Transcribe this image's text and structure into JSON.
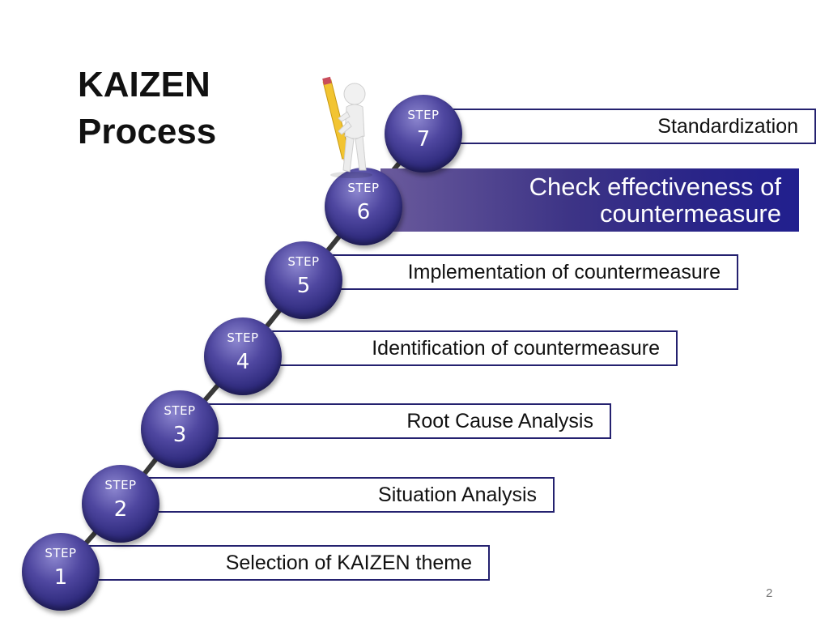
{
  "title": {
    "line1": "KAIZEN",
    "line2": "Process"
  },
  "step_caption": "STEP",
  "steps": [
    {
      "number": "1",
      "label": "Selection of KAIZEN theme"
    },
    {
      "number": "2",
      "label": "Situation Analysis"
    },
    {
      "number": "3",
      "label": "Root Cause Analysis"
    },
    {
      "number": "4",
      "label": "Identification of countermeasure"
    },
    {
      "number": "5",
      "label": "Implementation of countermeasure"
    },
    {
      "number": "6",
      "label_line1": "Check effectiveness of",
      "label_line2": "countermeasure",
      "highlighted": true
    },
    {
      "number": "7",
      "label": "Standardization"
    }
  ],
  "page_number": "2",
  "icons": {
    "figure": "person-with-pencil-icon"
  },
  "colors": {
    "circle": "#2e2a7c",
    "bar_border": "#24216f",
    "highlight_bar": "#2a2588",
    "line": "#3a3a3a"
  }
}
